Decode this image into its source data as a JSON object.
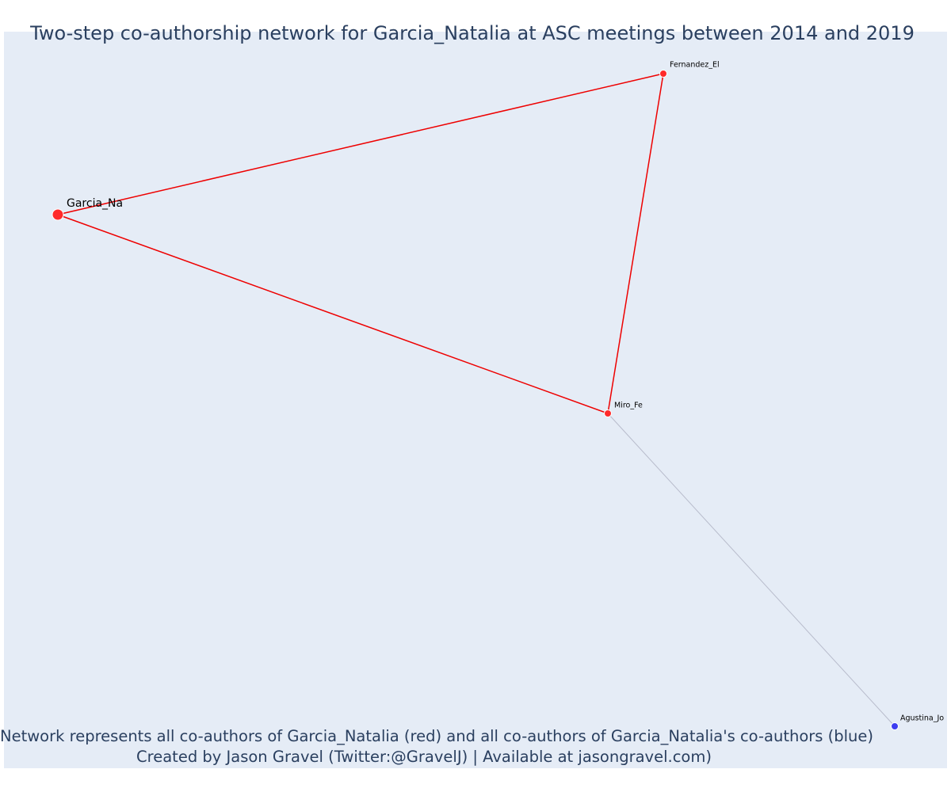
{
  "title": "Two-step co-authorship network for Garcia_Natalia at ASC meetings between 2014 and 2019",
  "caption": {
    "line1": "Network represents all co-authors of Garcia_Natalia (red) and all co-authors of Garcia_Natalia's co-authors (blue)",
    "line2": "Created by Jason Gravel (Twitter:@GravelJ) | Available at jasongravel.com)"
  },
  "colors": {
    "background": "#e5ecf6",
    "title_text": "#2a3f5f",
    "coauthor_node": "#ff2a2a",
    "second_step_node": "#3d3df0",
    "coauthor_edge": "#ee0000",
    "second_step_edge": "#b8bccc"
  },
  "network": {
    "focal_author": "Garcia_Na",
    "nodes": [
      {
        "id": "Garcia_Na",
        "label": "Garcia_Na",
        "group": "focal"
      },
      {
        "id": "Fernandez_El",
        "label": "Fernandez_El",
        "group": "coauthor"
      },
      {
        "id": "Miro_Fe",
        "label": "Miro_Fe",
        "group": "coauthor"
      },
      {
        "id": "Agustina_Jo",
        "label": "Agustina_Jo",
        "group": "second-step"
      }
    ],
    "edges": [
      {
        "source": "Garcia_Na",
        "target": "Fernandez_El",
        "type": "coauthor"
      },
      {
        "source": "Garcia_Na",
        "target": "Miro_Fe",
        "type": "coauthor"
      },
      {
        "source": "Fernandez_El",
        "target": "Miro_Fe",
        "type": "coauthor"
      },
      {
        "source": "Miro_Fe",
        "target": "Agustina_Jo",
        "type": "second-step"
      }
    ]
  }
}
